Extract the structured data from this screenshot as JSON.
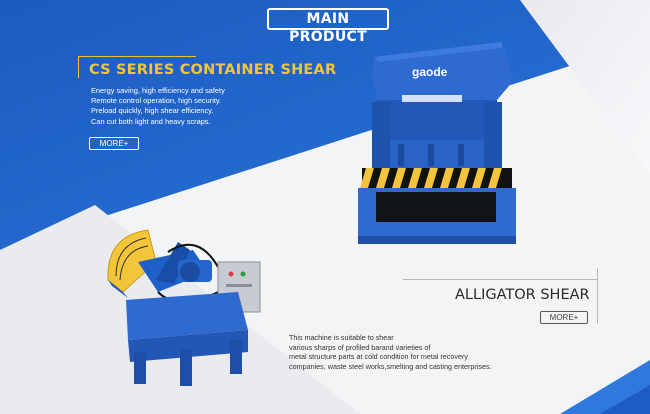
{
  "section_title": "MAIN PRODUCT",
  "products": [
    {
      "title": "CS SERIES CONTAINER SHEAR",
      "description_lines": [
        "Energy saving, high efficiency and safety",
        "Remote control operation, high security.",
        "Preload quickly, high shear efficiency.",
        "Can cut both light and heavy scraps."
      ],
      "more_label": "MORE+",
      "machine_logo": "gaode"
    },
    {
      "title": "ALLIGATOR SHEAR",
      "description_lines": [
        "This machine is suitable to shear",
        "various sharps of profiled barand varieties of",
        "metal structure parts at cold condition for metal recovery",
        "companies, waste steel works,smelting and casting enterprises."
      ],
      "more_label": "MORE+"
    }
  ],
  "colors": {
    "primary_blue": "#1f63c6",
    "accent_yellow": "#f2c53a",
    "background_gray": "#f2f3f5"
  }
}
